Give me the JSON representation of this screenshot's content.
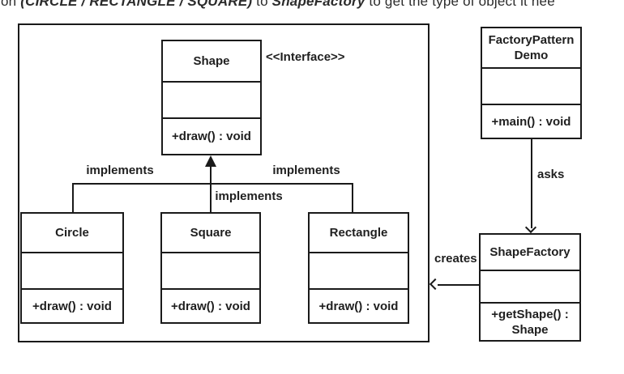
{
  "top_text": {
    "segments": [
      {
        "text": "on "
      },
      {
        "text": "(CIRCLE / RECTANGLE / SQUARE)"
      },
      {
        "text": " to "
      },
      {
        "text": "ShapeFactory"
      },
      {
        "text": " to get the type of object it nee"
      }
    ]
  },
  "diagram": {
    "classes": {
      "shape": {
        "name": "Shape",
        "stereotype": "<<Interface>>",
        "attributes": "",
        "method": "+draw() : void"
      },
      "circle": {
        "name": "Circle",
        "attributes": "",
        "method": "+draw() : void"
      },
      "square": {
        "name": "Square",
        "attributes": "",
        "method": "+draw() : void"
      },
      "rectangle": {
        "name": "Rectangle",
        "attributes": "",
        "method": "+draw() : void"
      },
      "factory_pattern_demo": {
        "name": "FactoryPatternDemo",
        "attributes": "",
        "method": "+main() : void"
      },
      "shape_factory": {
        "name": "ShapeFactory",
        "attributes": "",
        "method": "+getShape() : Shape"
      }
    },
    "relationships": {
      "implements_left": "implements",
      "implements_center": "implements",
      "implements_right": "implements",
      "asks": "asks",
      "creates": "creates"
    },
    "colors": {
      "line": "#1a1a1a",
      "text": "#1f1f1f",
      "background": "#ffffff"
    }
  }
}
